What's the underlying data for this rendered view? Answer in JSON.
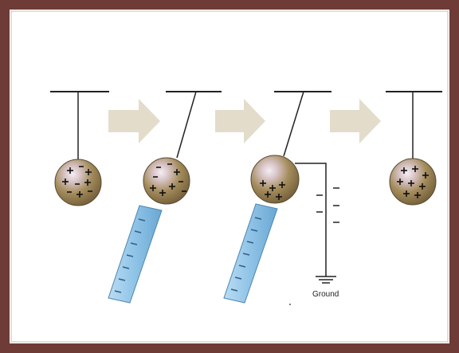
{
  "figure": {
    "frame_color": "#6e3b36",
    "background_color": "#ffffff",
    "sphere_color": "#a48c5c",
    "rod_color": "#8fc3e6",
    "arrow_color": "#e4dccb",
    "ground_label": "Ground",
    "stages": [
      {
        "id": "stage-1",
        "description_symbols": "mixed"
      },
      {
        "id": "stage-2",
        "description_symbols": "rod-near"
      },
      {
        "id": "stage-3",
        "description_symbols": "grounded"
      },
      {
        "id": "stage-4",
        "description_symbols": "positive"
      }
    ]
  }
}
